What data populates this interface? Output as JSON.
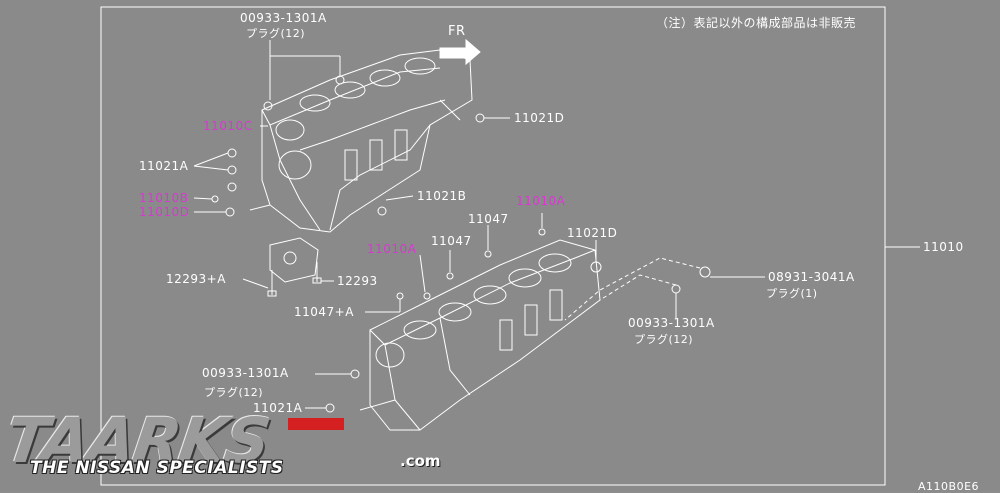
{
  "note": "（注）表記以外の構成部品は非販売",
  "direction": "FR",
  "assembly_part": "11010",
  "labels": {
    "plug_top_num": "00933-1301A",
    "plug_top_name": "プラグ(12)",
    "p_11021d_top": "11021D",
    "p_11010c": "11010C",
    "p_11021a_left": "11021A",
    "p_11010b": "11010B",
    "p_11010d": "11010D",
    "p_11021b": "11021B",
    "p_11010a_right": "11010A",
    "p_11047_r": "11047",
    "p_11021d_mid": "11021D",
    "p_11010a_left": "11010A",
    "p_11047_l": "11047",
    "p_12293a": "12293+A",
    "p_12293": "12293",
    "p_11047a": "11047+A",
    "p_08931_num": "08931-3041A",
    "p_08931_name": "プラグ(1)",
    "p_00933_mid_num": "00933-1301A",
    "p_00933_mid_name": "プラグ(12)",
    "p_00933_low_num": "00933-1301A",
    "p_00933_low_name": "プラグ(12)",
    "p_11021a_low": "11021A",
    "corner_code": "A110B0E6"
  },
  "watermark": {
    "brand": "TAARKS",
    "tagline": "THE NISSAN SPECIALISTS",
    "domain": ".com"
  },
  "colors": {
    "background": "#8a8a8a",
    "line": "#ffffff",
    "highlight": "#d63ad0"
  }
}
